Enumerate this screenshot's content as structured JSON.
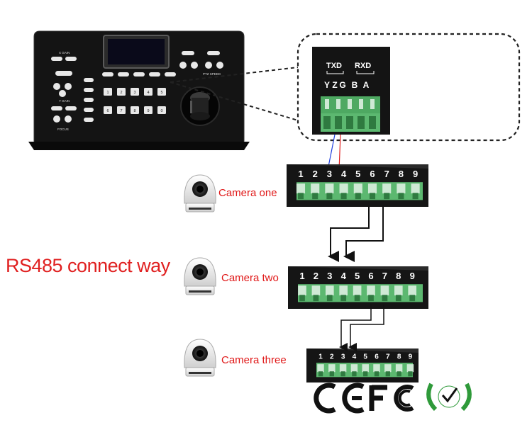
{
  "title": "RS485 connect way",
  "controller": {
    "labels": {
      "x_gain": "X GAIN",
      "y_gain": "Y GAIN",
      "focus": "FOCUS",
      "ptz_speed": "PTZ SPEED"
    },
    "keypad": [
      "1",
      "2",
      "3",
      "4",
      "5",
      "6",
      "7",
      "8",
      "9",
      "0"
    ]
  },
  "connector_zoom": {
    "txd": "TXD",
    "rxd": "RXD",
    "pins": [
      "Y",
      "Z",
      "G",
      "B",
      "A"
    ]
  },
  "cameras": [
    {
      "label": "Camera one"
    },
    {
      "label": "Camera two"
    },
    {
      "label": "Camera three"
    }
  ],
  "terminal_pins": [
    "1",
    "2",
    "3",
    "4",
    "5",
    "6",
    "7",
    "8",
    "9"
  ],
  "certifications": [
    "CE",
    "FC",
    "RoHS"
  ],
  "colors": {
    "title": "#e02020",
    "camera_label": "#e01818",
    "terminal_green": "#5cb870",
    "panel_black": "#111111",
    "wire_blue": "#2040e0",
    "wire_red": "#e02020"
  }
}
